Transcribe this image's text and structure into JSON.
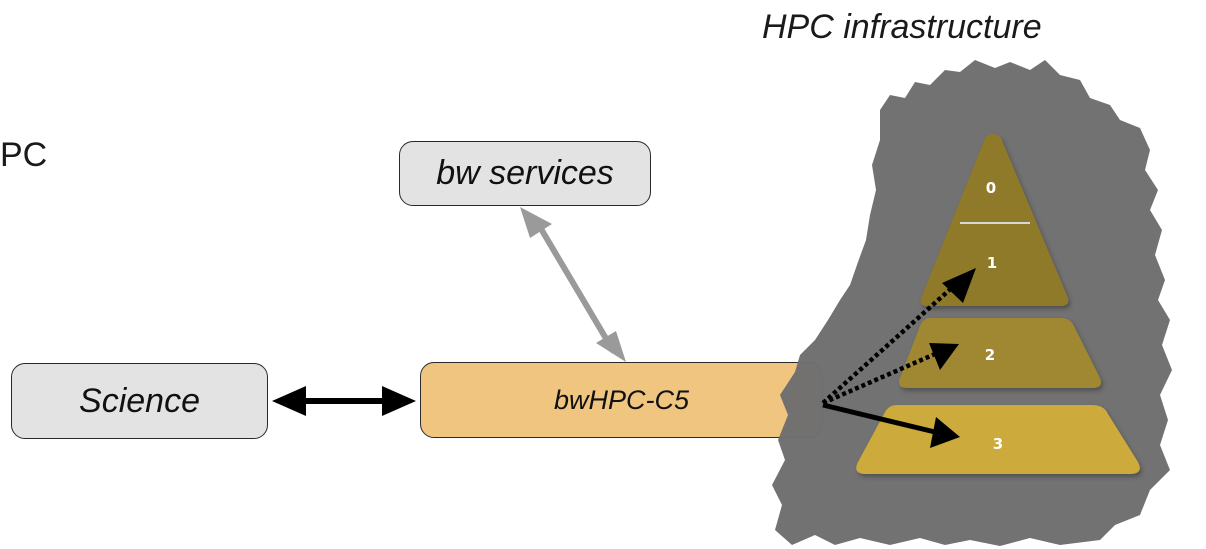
{
  "diagram": {
    "title": "HPC infrastructure",
    "clipped_text": "PC",
    "nodes": {
      "bw_services": "bw services",
      "science": "Science",
      "bwhpc_c5": "bwHPC-C5"
    },
    "tiers": [
      "0",
      "1",
      "2",
      "3"
    ]
  },
  "colors": {
    "map": "#6f6f6f",
    "tier_top": "#8f7a2c",
    "tier_mid": "#a08830",
    "tier_bottom": "#ccaa3a",
    "c5_box": "#efc57f",
    "gray_box": "#e3e3e3",
    "gray_arrow": "#9a9a9a"
  }
}
